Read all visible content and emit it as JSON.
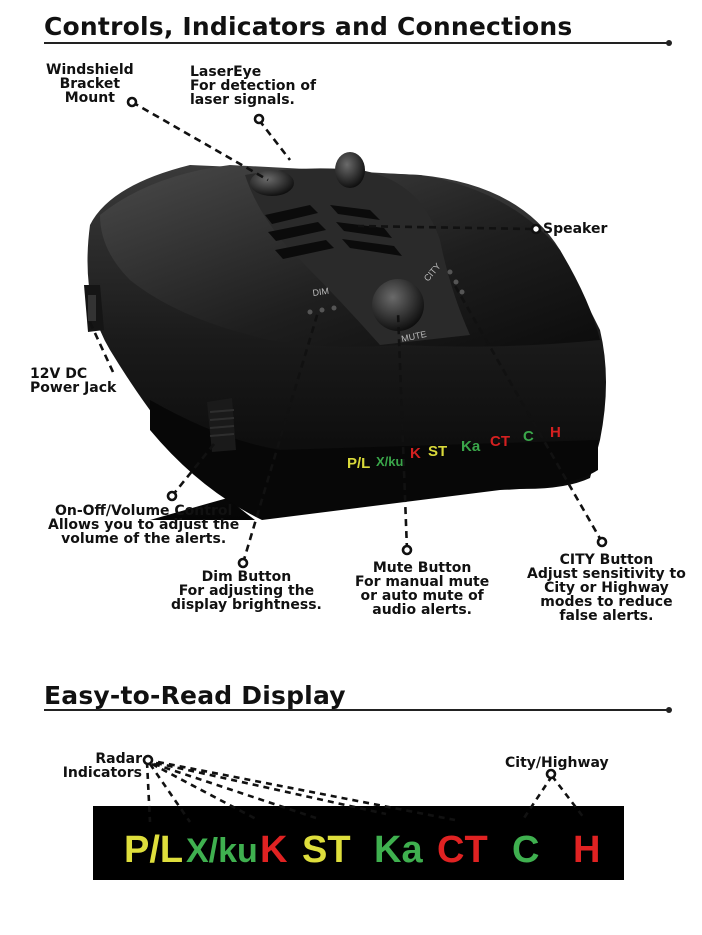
{
  "headings": {
    "controls": "Controls, Indicators and Connections",
    "display": "Easy-to-Read Display"
  },
  "callouts": {
    "windshield": [
      "Windshield",
      "Bracket",
      "Mount"
    ],
    "lasereye": [
      "LaserEye",
      "For detection of",
      "laser signals."
    ],
    "speaker": "Speaker",
    "power": [
      "12V DC",
      "Power Jack"
    ],
    "onoff": [
      "On-Off/Volume Control",
      "Allows you to adjust the",
      "volume of the alerts."
    ],
    "dim": [
      "Dim Button",
      "For adjusting the",
      "display brightness."
    ],
    "mute": [
      "Mute Button",
      "For manual mute",
      "or auto mute of",
      "audio alerts."
    ],
    "city": [
      "CITY Button",
      "Adjust sensitivity to",
      "City or Highway",
      "modes to reduce",
      "false alerts."
    ],
    "radar": [
      "Radar",
      "Indicators"
    ],
    "cityhighway": "City/Highway"
  },
  "device": {
    "dim_label": "DIM",
    "city_label": "CITY",
    "mute_label": "MUTE",
    "indicators": [
      {
        "text": "P/L",
        "color": "#d9d93a"
      },
      {
        "text": "X/ku",
        "color": "#3aa64a"
      },
      {
        "text": "K",
        "color": "#d42020"
      },
      {
        "text": "ST",
        "color": "#d9d93a"
      },
      {
        "text": "Ka",
        "color": "#3aa64a"
      },
      {
        "text": "CT",
        "color": "#d42020"
      },
      {
        "text": "C",
        "color": "#3aa64a"
      },
      {
        "text": "H",
        "color": "#d42020"
      }
    ]
  },
  "display_indicators": [
    {
      "text": "P/L",
      "color": "#dede3c"
    },
    {
      "text": "X/ku",
      "color": "#3fb04f"
    },
    {
      "text": "K",
      "color": "#e02222"
    },
    {
      "text": "ST",
      "color": "#dede3c"
    },
    {
      "text": "Ka",
      "color": "#3fb04f"
    },
    {
      "text": "CT",
      "color": "#e02222"
    },
    {
      "text": "C",
      "color": "#3fb04f"
    },
    {
      "text": "H",
      "color": "#e02222"
    }
  ],
  "colors": {
    "yellow": "#dede3c",
    "green": "#3fb04f",
    "red": "#e02222"
  }
}
